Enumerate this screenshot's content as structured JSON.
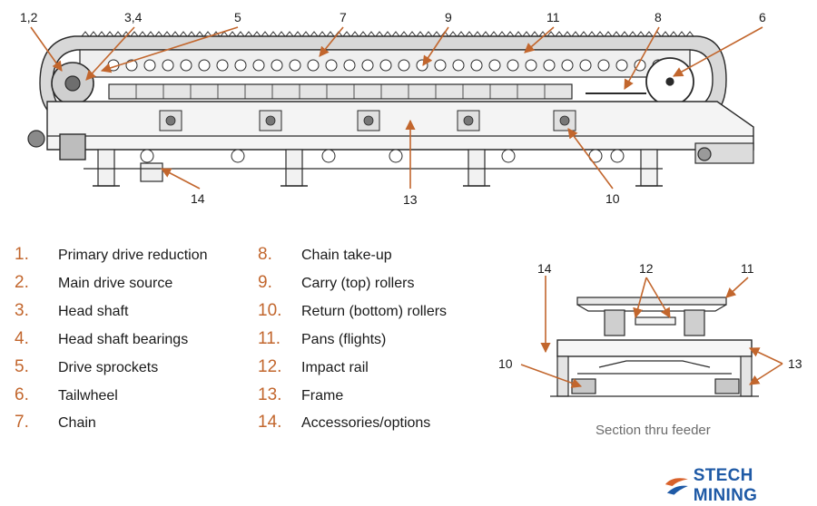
{
  "callouts": {
    "main": [
      "1,2",
      "3,4",
      "5",
      "7",
      "9",
      "11",
      "8",
      "6",
      "14",
      "13",
      "10"
    ],
    "section": [
      "14",
      "12",
      "11",
      "10",
      "13"
    ]
  },
  "legend": [
    {
      "num": "1.",
      "label": "Primary drive reduction"
    },
    {
      "num": "2.",
      "label": "Main drive source"
    },
    {
      "num": "3.",
      "label": "Head shaft"
    },
    {
      "num": "4.",
      "label": "Head shaft bearings"
    },
    {
      "num": "5.",
      "label": "Drive sprockets"
    },
    {
      "num": "6.",
      "label": "Tailwheel"
    },
    {
      "num": "7.",
      "label": "Chain"
    },
    {
      "num": "8.",
      "label": "Chain take-up"
    },
    {
      "num": "9.",
      "label": "Carry (top) rollers"
    },
    {
      "num": "10.",
      "label": "Return (bottom) rollers"
    },
    {
      "num": "11.",
      "label": "Pans (flights)"
    },
    {
      "num": "12.",
      "label": "Impact rail"
    },
    {
      "num": "13.",
      "label": "Frame"
    },
    {
      "num": "14.",
      "label": "Accessories/options"
    }
  ],
  "section_caption": "Section thru feeder",
  "brand": {
    "name": "STECH MINING",
    "color": "#1f5aa6",
    "accent": "#d9622b"
  },
  "colors": {
    "callout_arrow": "#c2662d",
    "legend_number": "#c2662d",
    "drawing": "#2a2a2a"
  }
}
